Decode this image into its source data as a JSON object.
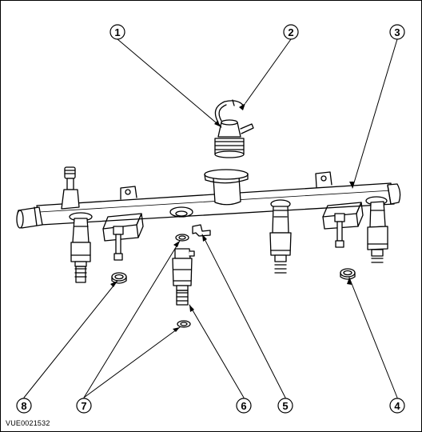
{
  "diagram": {
    "reference_code": "VUE0021532",
    "callouts": [
      "1",
      "2",
      "3",
      "4",
      "5",
      "6",
      "7",
      "8"
    ]
  }
}
